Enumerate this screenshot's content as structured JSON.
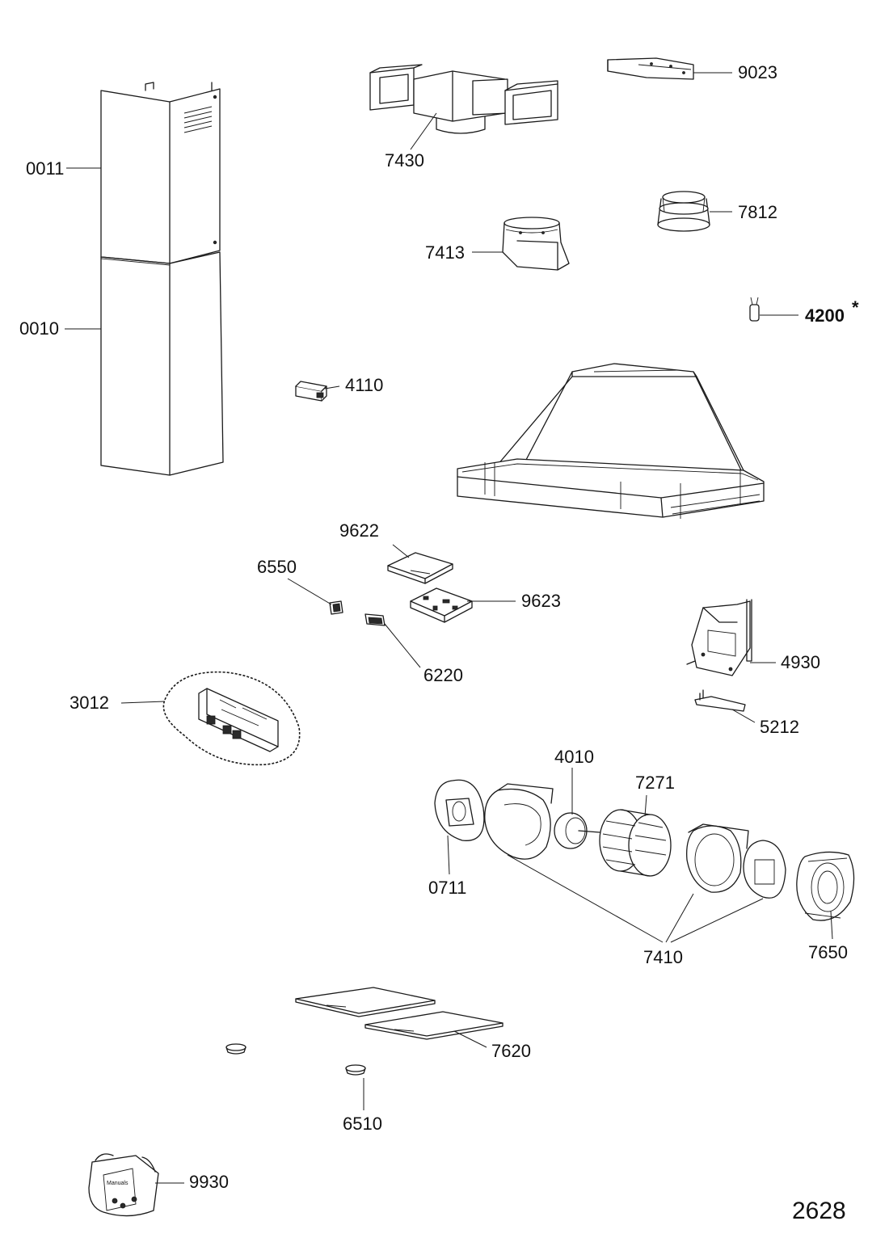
{
  "labels": {
    "p0011": "0011",
    "p0010": "0010",
    "p7430": "7430",
    "p9023": "9023",
    "p7812": "7812",
    "p7413": "7413",
    "p4200": "4200",
    "p4200_mark": "*",
    "p4110": "4110",
    "p9622": "9622",
    "p6550": "6550",
    "p9623": "9623",
    "p6220": "6220",
    "p4930": "4930",
    "p3012": "3012",
    "p5212": "5212",
    "p4010": "4010",
    "p7271": "7271",
    "p0711": "0711",
    "p7410": "7410",
    "p7650": "7650",
    "p7620": "7620",
    "p6510": "6510",
    "p9930": "9930"
  },
  "sheet_number": "2628",
  "manual_text": "Manuals"
}
